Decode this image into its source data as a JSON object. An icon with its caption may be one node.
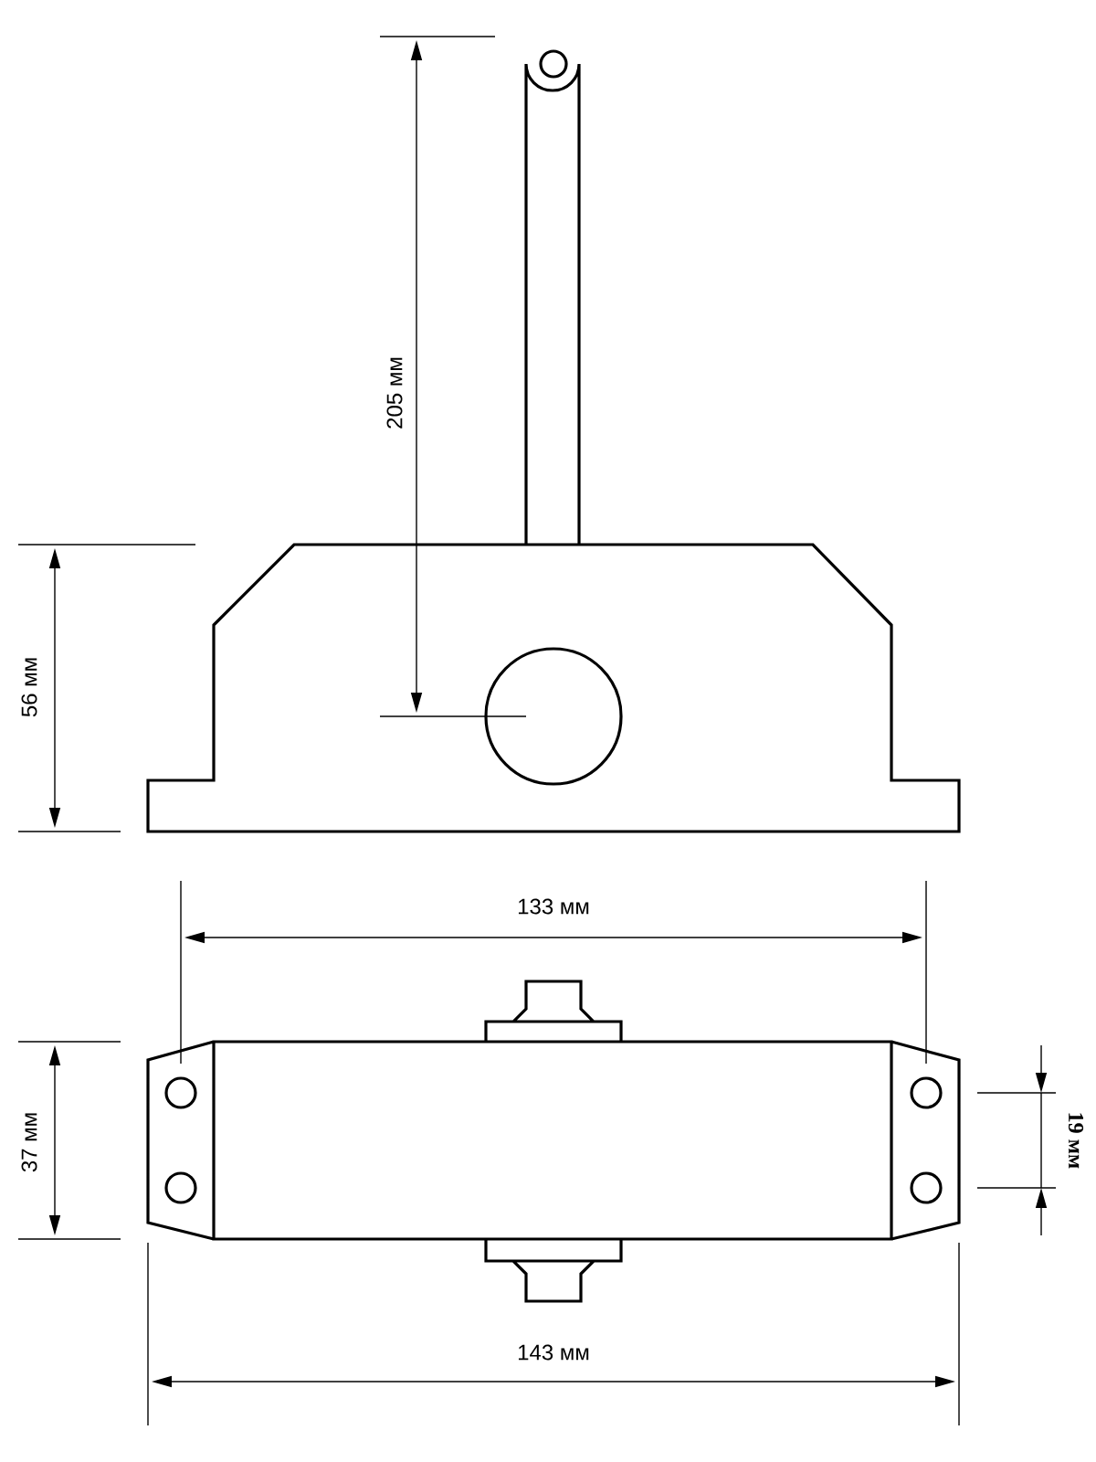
{
  "diagram": {
    "labels": [
      "205 мм",
      "56 мм",
      "133 мм",
      "37 мм",
      "19 мм",
      "143 мм"
    ]
  }
}
